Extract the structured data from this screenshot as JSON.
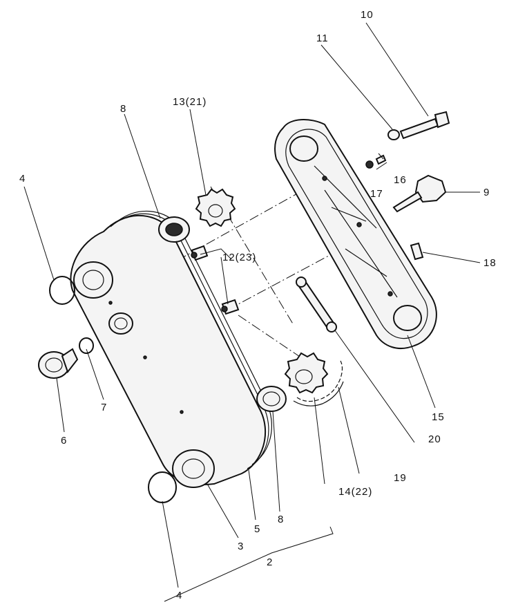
{
  "labels": {
    "l2": "2",
    "l3": "3",
    "l4a": "4",
    "l4b": "4",
    "l5": "5",
    "l6": "6",
    "l7": "7",
    "l8a": "8",
    "l8b": "8",
    "l9": "9",
    "l10": "10",
    "l11": "11",
    "l12": "12(23)",
    "l13": "13(21)",
    "l14": "14(22)",
    "l15": "15",
    "l16": "16",
    "l17": "17",
    "l18": "18",
    "l19": "19",
    "l20": "20"
  }
}
